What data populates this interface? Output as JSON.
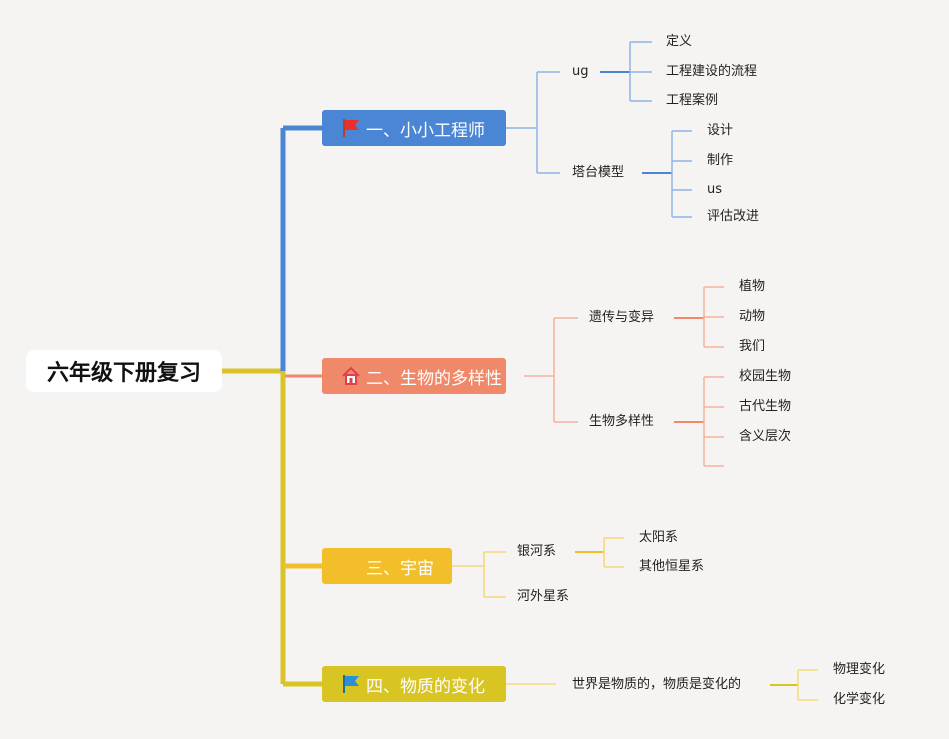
{
  "root": {
    "label": "六年级下册复习"
  },
  "colors": {
    "blue": "#4a86d4",
    "orange": "#f0896a",
    "gold": "#f2bf2a",
    "mustard": "#d8c423",
    "trunk_yellow": "#d9c22a"
  },
  "branches": [
    {
      "label": "一、小小工程师",
      "icon": "red-flag-icon",
      "children": [
        {
          "label": "ug",
          "children": [
            "定义",
            "工程建设的流程",
            "工程案例"
          ]
        },
        {
          "label": "塔台模型",
          "children": [
            "设计",
            "制作",
            "us",
            "评估改进"
          ]
        }
      ]
    },
    {
      "label": "二、生物的多样性",
      "icon": "house-icon",
      "children": [
        {
          "label": "遗传与变异",
          "children": [
            "植物",
            "动物",
            "我们"
          ]
        },
        {
          "label": "生物多样性",
          "children": [
            "校园生物",
            "古代生物",
            "含义层次",
            ""
          ]
        }
      ]
    },
    {
      "label": "三、宇宙",
      "icon": "",
      "children": [
        {
          "label": "银河系",
          "children": [
            "太阳系",
            "其他恒星系"
          ]
        },
        {
          "label": "河外星系",
          "children": []
        }
      ]
    },
    {
      "label": "四、物质的变化",
      "icon": "blue-flag-icon",
      "children": [
        {
          "label": "世界是物质的，物质是变化的",
          "children": [
            "物理变化",
            "化学变化"
          ]
        }
      ]
    }
  ]
}
